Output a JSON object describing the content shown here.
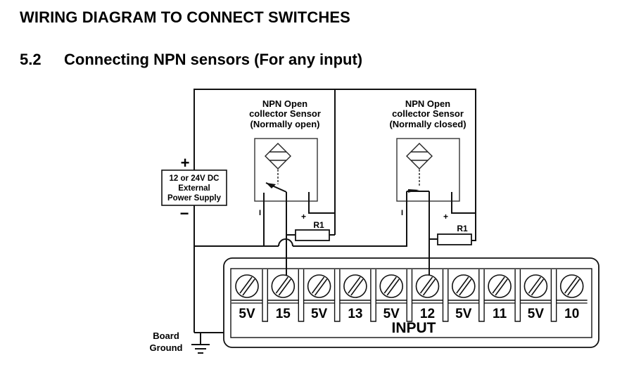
{
  "document": {
    "heading": "WIRING DIAGRAM TO CONNECT SWITCHES",
    "section_number": "5.2",
    "section_title": "Connecting NPN sensors (For any input)"
  },
  "diagram": {
    "power_supply": {
      "lines": [
        "12 or 24V DC",
        "External",
        "Power Supply"
      ],
      "plus": "+",
      "minus": "−"
    },
    "sensors": [
      {
        "title_lines": [
          "NPN Open",
          "collector Sensor",
          "(Normally open)"
        ],
        "minus_mark": "I",
        "plus_mark": "+",
        "resistor": "R1",
        "icon": "inductive-sensor-icon",
        "switch_state": "normally-open",
        "connected_terminal": "15"
      },
      {
        "title_lines": [
          "NPN Open",
          "collector Sensor",
          "(Normally closed)"
        ],
        "minus_mark": "I",
        "plus_mark": "+",
        "resistor": "R1",
        "icon": "inductive-sensor-icon",
        "switch_state": "normally-closed",
        "connected_terminal": "12"
      }
    ],
    "terminal_block": {
      "label": "INPUT",
      "terminals": [
        "5V",
        "15",
        "5V",
        "13",
        "5V",
        "12",
        "5V",
        "11",
        "5V",
        "10"
      ]
    },
    "ground": {
      "lines": [
        "Board",
        "Ground"
      ]
    }
  }
}
